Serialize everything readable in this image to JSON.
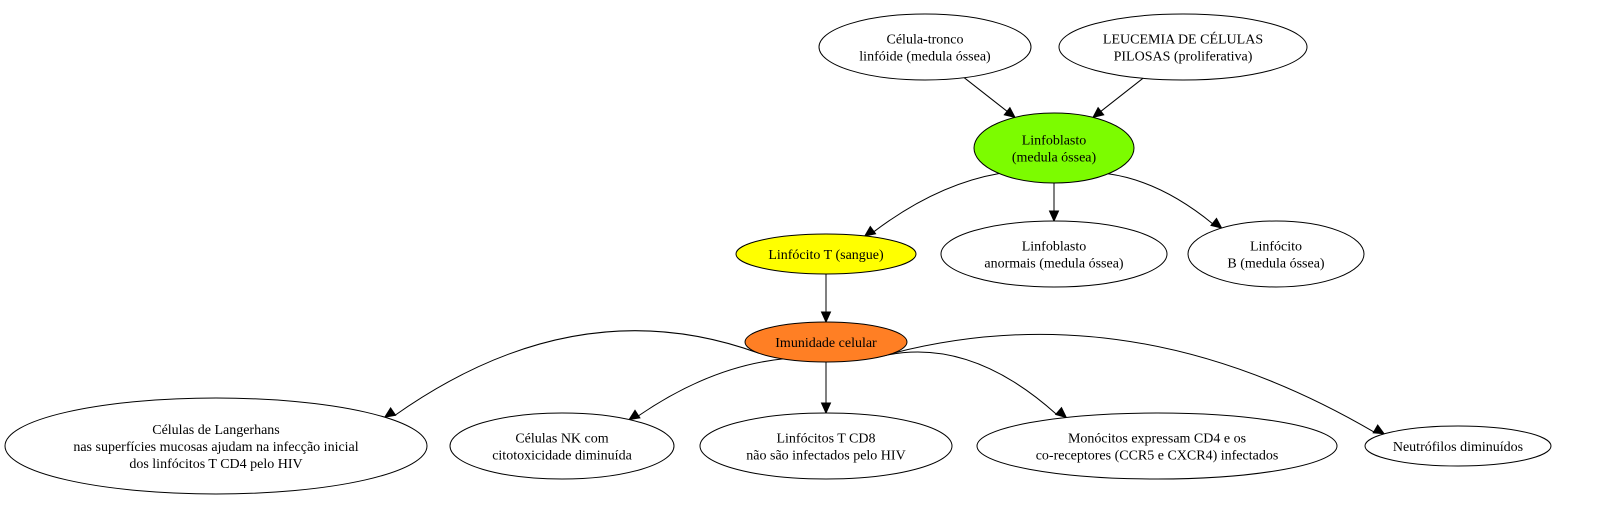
{
  "graph": {
    "nodes": [
      {
        "id": "celula-tronco",
        "lines": [
          "Célula-tronco",
          "linfóide (medula óssea)"
        ],
        "fill": "#ffffff"
      },
      {
        "id": "leucemia",
        "lines": [
          "LEUCEMIA DE CÉLULAS",
          "PILOSAS (proliferativa)"
        ],
        "fill": "#ffffff"
      },
      {
        "id": "linfoblasto",
        "lines": [
          "Linfoblasto",
          "(medula óssea)"
        ],
        "fill": "#7cfc00"
      },
      {
        "id": "linfocito-t",
        "lines": [
          "Linfócito T (sangue)"
        ],
        "fill": "#ffff00"
      },
      {
        "id": "linfoblasto-anormais",
        "lines": [
          "Linfoblasto",
          "anormais (medula óssea)"
        ],
        "fill": "#ffffff"
      },
      {
        "id": "linfocito-b",
        "lines": [
          "Linfócito",
          "B (medula óssea)"
        ],
        "fill": "#ffffff"
      },
      {
        "id": "imunidade",
        "lines": [
          "Imunidade celular"
        ],
        "fill": "#ff7f24"
      },
      {
        "id": "langerhans",
        "lines": [
          "Células de Langerhans",
          "nas superfícies mucosas ajudam na infecção inicial",
          "dos linfócitos T CD4 pelo HIV"
        ],
        "fill": "#ffffff"
      },
      {
        "id": "celulas-nk",
        "lines": [
          "Células NK com",
          "citotoxicidade diminuída"
        ],
        "fill": "#ffffff"
      },
      {
        "id": "cd8",
        "lines": [
          "Linfócitos T CD8",
          "não são infectados pelo HIV"
        ],
        "fill": "#ffffff"
      },
      {
        "id": "monocitos",
        "lines": [
          "Monócitos expressam CD4 e os",
          "co-receptores (CCR5 e CXCR4) infectados"
        ],
        "fill": "#ffffff"
      },
      {
        "id": "neutrofilos",
        "lines": [
          "Neutrófilos diminuídos"
        ],
        "fill": "#ffffff"
      }
    ],
    "edges": [
      {
        "from": "celula-tronco",
        "to": "linfoblasto"
      },
      {
        "from": "leucemia",
        "to": "linfoblasto"
      },
      {
        "from": "linfoblasto",
        "to": "linfocito-t"
      },
      {
        "from": "linfoblasto",
        "to": "linfoblasto-anormais"
      },
      {
        "from": "linfoblasto",
        "to": "linfocito-b"
      },
      {
        "from": "linfocito-t",
        "to": "imunidade"
      },
      {
        "from": "imunidade",
        "to": "langerhans"
      },
      {
        "from": "imunidade",
        "to": "celulas-nk"
      },
      {
        "from": "imunidade",
        "to": "cd8"
      },
      {
        "from": "imunidade",
        "to": "monocitos"
      },
      {
        "from": "imunidade",
        "to": "neutrofilos"
      }
    ]
  }
}
